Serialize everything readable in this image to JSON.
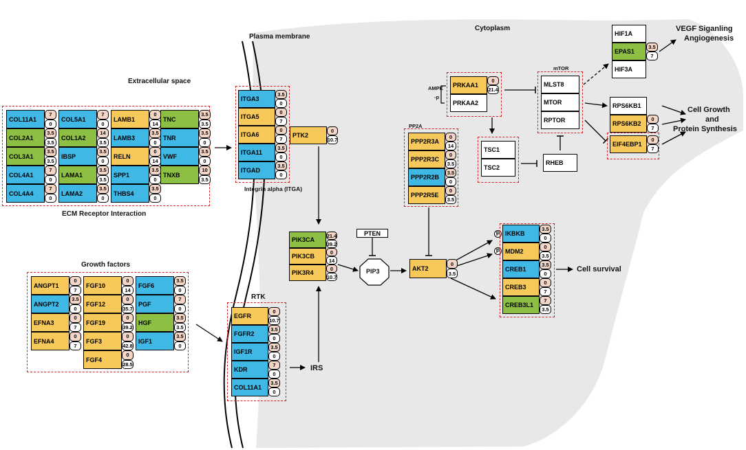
{
  "labels": {
    "plasma_membrane": "Plasma membrane",
    "cytoplasm": "Cytoplasm",
    "extracellular_space": "Extracellular space",
    "ecm_receptor": "ECM Receptor Interaction",
    "growth_factors": "Growth factors",
    "integrin_alpha": "Integrin alpha (ITGA)",
    "rtk": "RTK",
    "irs": "IRS",
    "pten": "PTEN",
    "pip3": "PIP3",
    "ampk": "AMPK",
    "minus_p": "-p",
    "pp2a": "PP2A",
    "mtor_group": "mTOR",
    "vegf": "VEGF Siganling",
    "angiogenesis": "Angiogenesis",
    "cell_growth_1": "Cell Growth",
    "cell_growth_2": "and",
    "cell_growth_3": "Protein Synthesis",
    "cell_survival": "Cell survival",
    "p_symbol": "P"
  },
  "colors": {
    "blue": "#3fb8e6",
    "yellow": "#f7c95a",
    "green": "#8dbf45",
    "dashed_border": "#d62020",
    "cytoplasm": "#e8e8e8",
    "value_pink": "#f3d6c8"
  },
  "ecm": [
    [
      {
        "name": "COL11A1",
        "c": "blue",
        "v": [
          "7",
          "0"
        ]
      },
      {
        "name": "COL2A1",
        "c": "green",
        "v": [
          "3.5",
          "3.5"
        ]
      },
      {
        "name": "COL3A1",
        "c": "green",
        "v": [
          "3.5",
          "3.5"
        ]
      },
      {
        "name": "COL4A1",
        "c": "blue",
        "v": [
          "7",
          "0"
        ]
      },
      {
        "name": "COL4A4",
        "c": "blue",
        "v": [
          "7",
          "0"
        ]
      }
    ],
    [
      {
        "name": "COL5A1",
        "c": "blue",
        "v": [
          "7",
          "0"
        ]
      },
      {
        "name": "COL1A2",
        "c": "green",
        "v": [
          "14",
          "3.5"
        ]
      },
      {
        "name": "IBSP",
        "c": "blue",
        "v": [
          "3.5",
          "0"
        ]
      },
      {
        "name": "LAMA1",
        "c": "green",
        "v": [
          "3.5",
          "3.5"
        ]
      },
      {
        "name": "LAMA2",
        "c": "blue",
        "v": [
          "3.5",
          "0"
        ]
      }
    ],
    [
      {
        "name": "LAMB1",
        "c": "yellow",
        "v": [
          "0",
          "14"
        ]
      },
      {
        "name": "LAMB3",
        "c": "blue",
        "v": [
          "3.5",
          "0"
        ]
      },
      {
        "name": "RELN",
        "c": "yellow",
        "v": [
          "0",
          "14"
        ]
      },
      {
        "name": "SPP1",
        "c": "blue",
        "v": [
          "3.5",
          "0"
        ]
      },
      {
        "name": "THBS4",
        "c": "blue",
        "v": [
          "3.5",
          "0"
        ]
      }
    ],
    [
      {
        "name": "TNC",
        "c": "green",
        "v": [
          "3.5",
          "3.5"
        ]
      },
      {
        "name": "TNR",
        "c": "blue",
        "v": [
          "3.5",
          "0"
        ]
      },
      {
        "name": "VWF",
        "c": "blue",
        "v": [
          "3.5",
          "0"
        ]
      },
      {
        "name": "TNXB",
        "c": "green",
        "v": [
          "10",
          "3.5"
        ]
      }
    ]
  ],
  "growth": [
    [
      {
        "name": "ANGPT1",
        "c": "yellow",
        "v": [
          "0",
          "7"
        ]
      },
      {
        "name": "ANGPT2",
        "c": "blue",
        "v": [
          "3.5",
          "0"
        ]
      },
      {
        "name": "EFNA3",
        "c": "yellow",
        "v": [
          "0",
          "7"
        ]
      },
      {
        "name": "EFNA4",
        "c": "yellow",
        "v": [
          "0",
          "7"
        ]
      }
    ],
    [
      {
        "name": "FGF10",
        "c": "yellow",
        "v": [
          "0",
          "14"
        ]
      },
      {
        "name": "FGF12",
        "c": "yellow",
        "v": [
          "0",
          "35.7"
        ]
      },
      {
        "name": "FGF19",
        "c": "yellow",
        "v": [
          "0",
          "39.2"
        ]
      },
      {
        "name": "FGF3",
        "c": "yellow",
        "v": [
          "0",
          "42.8"
        ]
      },
      {
        "name": "FGF4",
        "c": "yellow",
        "v": [
          "0",
          "28.5"
        ]
      }
    ],
    [
      {
        "name": "FGF6",
        "c": "blue",
        "v": [
          "3.5",
          "0"
        ]
      },
      {
        "name": "PGF",
        "c": "blue",
        "v": [
          "7",
          "0"
        ]
      },
      {
        "name": "HGF",
        "c": "green",
        "v": [
          "3.5",
          "3.5"
        ]
      },
      {
        "name": "IGF1",
        "c": "blue",
        "v": [
          "3.5",
          "0"
        ]
      }
    ]
  ],
  "itga": [
    {
      "name": "ITGA3",
      "c": "blue",
      "v": [
        "3.5",
        "0"
      ]
    },
    {
      "name": "ITGA5",
      "c": "yellow",
      "v": [
        "0",
        "7"
      ]
    },
    {
      "name": "ITGA6",
      "c": "yellow",
      "v": [
        "0",
        "7"
      ]
    },
    {
      "name": "ITGA11",
      "c": "blue",
      "v": [
        "3.5",
        "0"
      ]
    },
    {
      "name": "ITGAD",
      "c": "blue",
      "v": [
        "3.5",
        "0"
      ]
    }
  ],
  "ptk2": {
    "name": "PTK2",
    "c": "yellow",
    "v": [
      "0",
      "10.7"
    ]
  },
  "rtk": [
    {
      "name": "EGFR",
      "c": "yellow",
      "v": [
        "0",
        "10.7"
      ]
    },
    {
      "name": "FGFR2",
      "c": "blue",
      "v": [
        "3.5",
        "0"
      ]
    },
    {
      "name": "IGF1R",
      "c": "blue",
      "v": [
        "3.5",
        "0"
      ]
    },
    {
      "name": "KDR",
      "c": "blue",
      "v": [
        "7",
        "0"
      ]
    },
    {
      "name": "COL11A1",
      "c": "blue",
      "v": [
        "3.5",
        "0"
      ]
    }
  ],
  "pi3k": [
    {
      "name": "PIK3CA",
      "c": "green",
      "v": [
        "21.4",
        "39.2"
      ]
    },
    {
      "name": "PIK3CB",
      "c": "yellow",
      "v": [
        "0",
        "14"
      ]
    },
    {
      "name": "PIK3R4",
      "c": "yellow",
      "v": [
        "0",
        "10.7"
      ]
    }
  ],
  "pp2a": [
    {
      "name": "PPP2R3A",
      "c": "yellow",
      "v": [
        "0",
        "14"
      ]
    },
    {
      "name": "PPP2R3C",
      "c": "yellow",
      "v": [
        "0",
        "3.5"
      ]
    },
    {
      "name": "PPP2R2B",
      "c": "blue",
      "v": [
        "3.5",
        "0"
      ]
    },
    {
      "name": "PPP2R5E",
      "c": "yellow",
      "v": [
        "0",
        "3.5"
      ]
    }
  ],
  "akt2": {
    "name": "AKT2",
    "c": "yellow",
    "v": [
      "0",
      "3.5"
    ]
  },
  "prkaa": [
    {
      "name": "PRKAA1",
      "c": "yellow",
      "v": [
        "0",
        "21.4"
      ]
    },
    {
      "name": "PRKAA2",
      "c": "white",
      "v": []
    }
  ],
  "tsc": [
    {
      "name": "TSC1",
      "c": "white"
    },
    {
      "name": "TSC2",
      "c": "white"
    }
  ],
  "rheb": {
    "name": "RHEB",
    "c": "white"
  },
  "mtor": [
    {
      "name": "MLST8",
      "c": "white"
    },
    {
      "name": "MTOR",
      "c": "white"
    },
    {
      "name": "RPTOR",
      "c": "white"
    }
  ],
  "hif": [
    {
      "name": "HIF1A",
      "c": "white",
      "v": []
    },
    {
      "name": "EPAS1",
      "c": "green",
      "v": [
        "3.5",
        "7"
      ]
    },
    {
      "name": "HIF3A",
      "c": "white",
      "v": []
    }
  ],
  "rps": [
    {
      "name": "RPS6KB1",
      "c": "white",
      "v": []
    },
    {
      "name": "RPS6KB2",
      "c": "yellow",
      "v": [
        "0",
        "7"
      ]
    }
  ],
  "eif": {
    "name": "EIF4EBP1",
    "c": "yellow",
    "v": [
      "0",
      "7"
    ]
  },
  "survival": [
    {
      "name": "IKBKB",
      "c": "blue",
      "v": [
        "3.5",
        "0"
      ]
    },
    {
      "name": "MDM2",
      "c": "yellow",
      "v": [
        "0",
        "3.5"
      ]
    },
    {
      "name": "CREB1",
      "c": "blue",
      "v": [
        "3.5",
        "0"
      ]
    },
    {
      "name": "CREB3",
      "c": "yellow",
      "v": [
        "0",
        "7"
      ]
    },
    {
      "name": "CREB3L1",
      "c": "green",
      "v": [
        "7",
        "3.5"
      ]
    }
  ]
}
